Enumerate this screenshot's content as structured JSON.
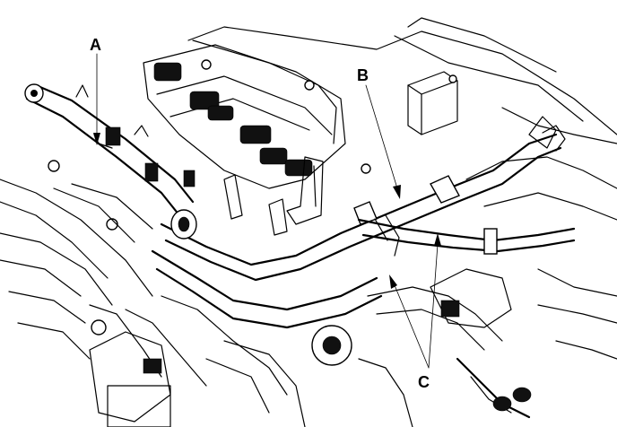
{
  "callouts": {
    "a": "A",
    "b": "B",
    "c": "C"
  },
  "colors": {
    "ink": "#000000",
    "paper": "#ffffff"
  },
  "icons": {
    "arrowhead": "arrowhead-icon"
  }
}
